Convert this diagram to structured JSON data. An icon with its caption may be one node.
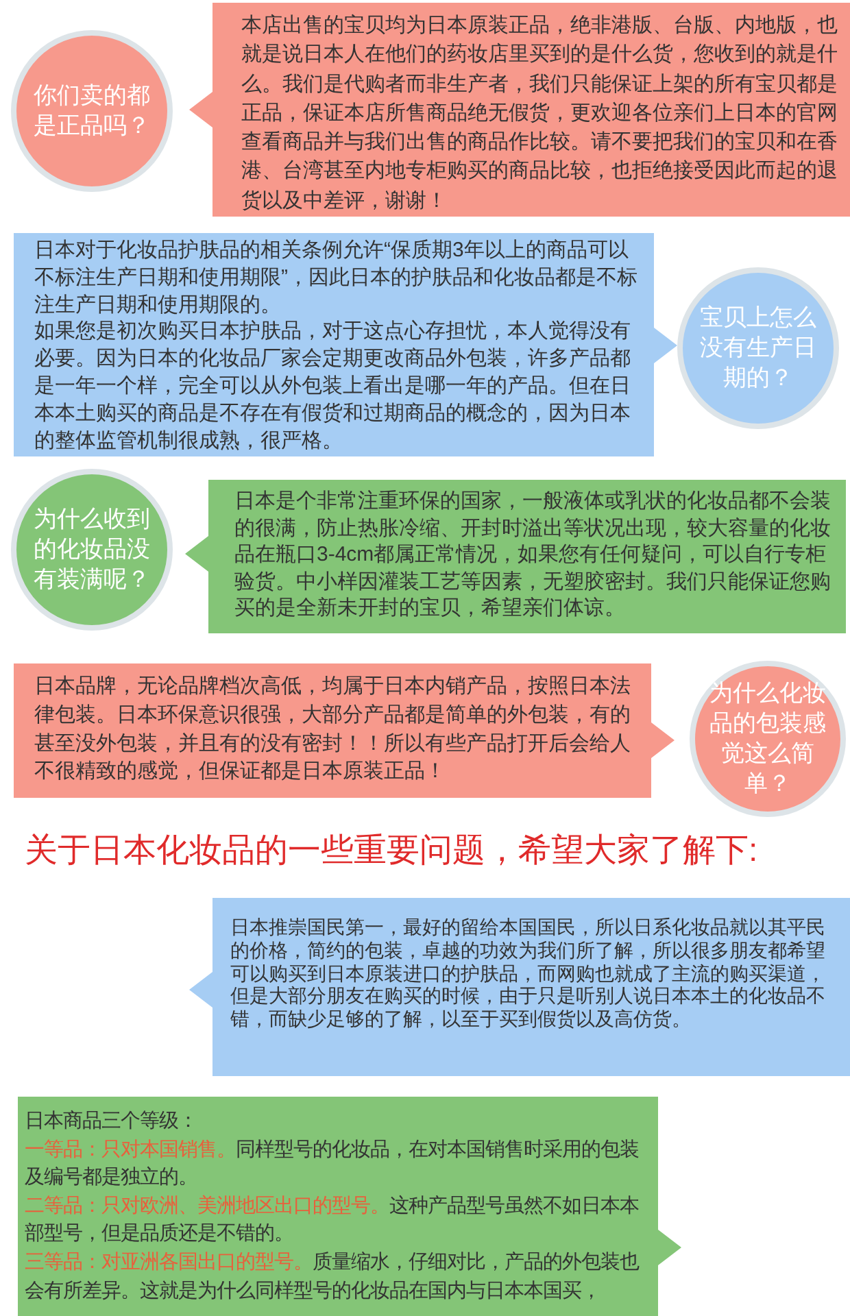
{
  "diagram": {
    "nodes": [
      {
        "text": [
          "你们卖的都是正品吗？"
        ]
      },
      {
        "text": [
          "本店出售的宝贝均为日本原装正品，绝非港版、台版、内地版，也就是说日本人在他们的药妆店里买到的是什么货，您收到的就是什么。我们是代购者而非生产者，我们只能保证上架的所有宝贝都是正品，保证本店所售商品绝无假货，更欢迎各位亲们上日本的官网查看商品并与我们出售的商品作比较。请不要把我们的宝贝和在香港、台湾甚至内地专柜购买的商品比较，也拒绝接受因此而起的退货以及中差评，谢谢！"
        ]
      },
      {
        "text": [
          "日本对于化妆品护肤品的相关条例允许“保质期3年以上的商品可以不标注生产日期和使用期限”，因此日本的护肤品和化妆品都是不标注生产日期和使用期限的。",
          "如果您是初次购买日本护肤品，对于这点心存担忧，本人觉得没有必要。因为日本的化妆品厂家会定期更改商品外包装，许多产品都是一年一个样，完全可以从外包装上看出是哪一年的产品。但在日本本土购买的商品是不存在有假货和过期商品的概念的，因为日本的整体监管机制很成熟，很严格。"
        ]
      },
      {
        "text": [
          "宝贝上怎么没有生产日期的？"
        ]
      },
      {
        "text": [
          "为什么收到的化妆品没有装满呢？"
        ]
      },
      {
        "text": [
          "日本是个非常注重环保的国家，一般液体或乳状的化妆品都不会装的很满，防止热胀冷缩、开封时溢出等状况出现，较大容量的化妆品在瓶口3-4cm都属正常情况，如果您有任何疑问，可以自行专柜验货。中小样因灌装工艺等因素，无塑胶密封。我们只能保证您购买的是全新未开封的宝贝，希望亲们体谅。"
        ]
      },
      {
        "text": [
          "日本品牌，无论品牌档次高低，均属于日本内销产品，按照日本法律包装。日本环保意识很强，大部分产品都是简单的外包装，有的甚至没外包装，并且有的没有密封！！所以有些产品打开后会给人不很精致的感觉，但保证都是日本原装正品！"
        ]
      },
      {
        "text": [
          "为什么化妆品的包装感觉这么简单？"
        ]
      },
      {
        "text": [
          "日本推崇国民第一，最好的留给本国国民，所以日系化妆品就以其平民的价格，简约的包装，卓越的功效为我们所了解，所以很多朋友都希望可以购买到日本原装进口的护肤品，而网购也就成了主流的购买渠道，但是大部分朋友在购买的时候，由于只是听别人说日本本土的化妆品不错，而缺少足够的了解，以至于买到假货以及高仿货。"
        ]
      },
      {
        "text": [
          "日本商品三个等级：",
          "一等品：只对本国销售。",
          "同样型号的化妆品，在对本国销售时采用的包装及编号都是独立的。",
          "二等品：只对欧洲、美洲地区出口的型号。",
          "这种产品型号虽然不如日本本部型号，但是品质还是不错的。",
          "三等品：对亚洲各国出口的型号。",
          "质量缩水，仔细对比，产品的外包装也会有所差异。这就是为什么同样型号的化妆品在国内与日本本国买，"
        ]
      }
    ],
    "labels": [
      "关于日本化妆品的一些重要问题，希望大家了解下:"
    ]
  }
}
